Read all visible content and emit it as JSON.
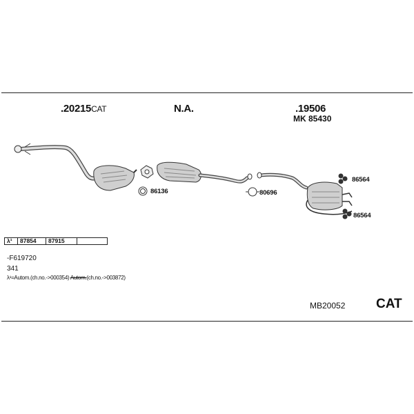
{
  "labels": {
    "cat_part": ".20215",
    "cat_part_suffix": "CAT",
    "na": "N.A.",
    "rear_part": ".19506",
    "rear_mk": "MK 85430",
    "gasket_flange": "86136",
    "gasket_mid": "80696",
    "hanger_top": "86564",
    "hanger_bottom": "86564"
  },
  "lambda_table": {
    "head": "λ¹",
    "col1": "87854",
    "col2": "87915",
    "col3": ""
  },
  "notes": {
    "line1": "-F619720",
    "line2": "341",
    "line3_prefix": "λ¹=Autom.(ch.no.->000354) ",
    "line3_strike": "Autom.",
    "line3_suffix": "(ch.no.->003872)"
  },
  "footer": {
    "code": "MB20052",
    "cat": "CAT"
  }
}
